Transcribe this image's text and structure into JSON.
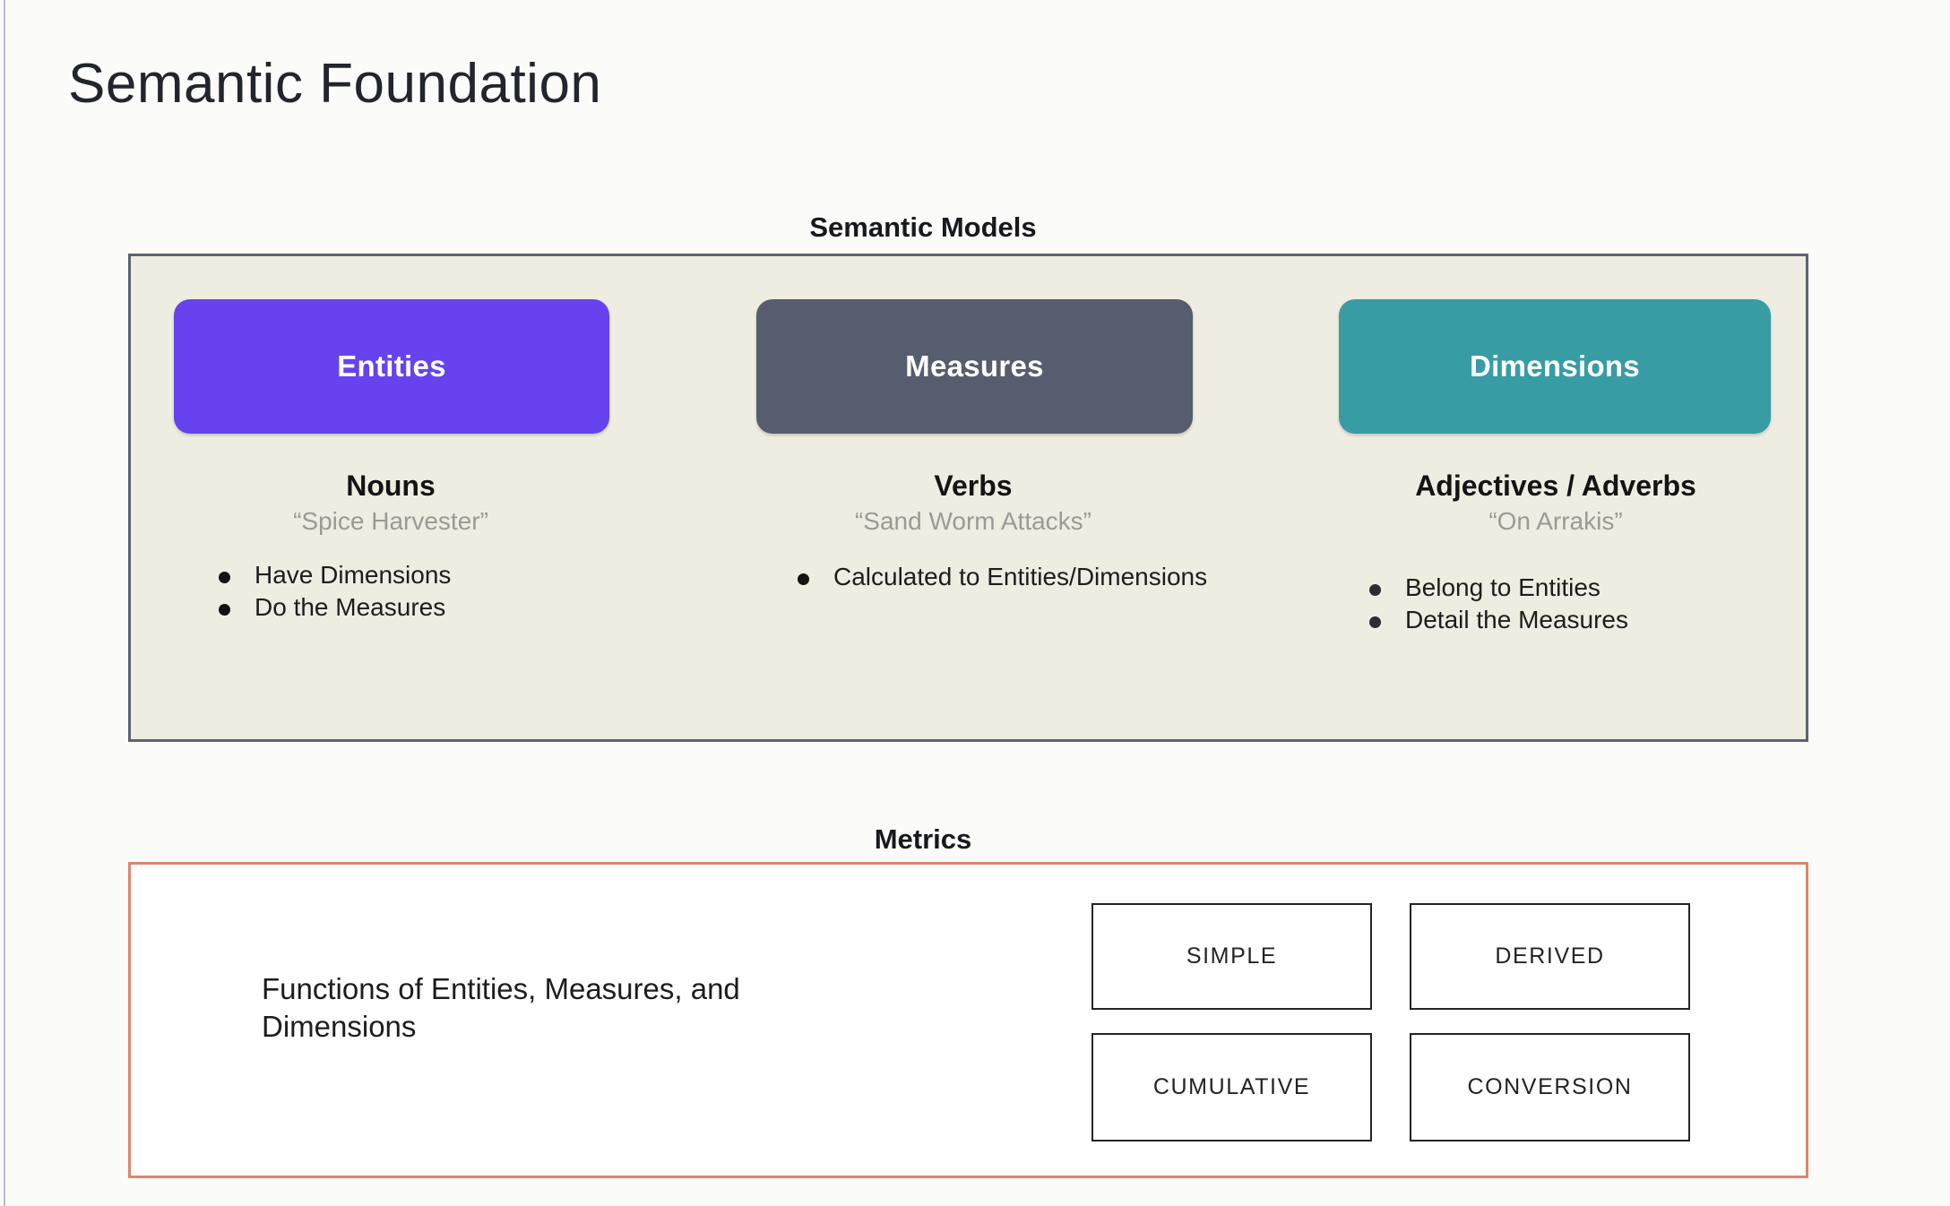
{
  "slide": {
    "title": "Semantic Foundation",
    "background_color": "#fbfcfa"
  },
  "semantic_models": {
    "heading": "Semantic Models",
    "panel_bg_color": "#efece1",
    "panel_border_color": "#5b6273",
    "columns": [
      {
        "pill_label": "Entities",
        "pill_color": "#6643ee",
        "part_of_speech": "Nouns",
        "example": "“Spice Harvester”",
        "bullets": [
          "Have Dimensions",
          "Do the Measures"
        ]
      },
      {
        "pill_label": "Measures",
        "pill_color": "#555d6e",
        "part_of_speech": "Verbs",
        "example": "“Sand Worm Attacks”",
        "bullets": [
          "Calculated to Entities/Dimensions"
        ]
      },
      {
        "pill_label": "Dimensions",
        "pill_color": "#389ca5",
        "part_of_speech": "Adjectives / Adverbs",
        "example": "“On Arrakis”",
        "bullets": [
          "Belong to Entities",
          "Detail the Measures"
        ]
      }
    ]
  },
  "metrics": {
    "heading": "Metrics",
    "panel_border_color": "#d9876a",
    "caption": "Functions of Entities, Measures, and Dimensions",
    "types": [
      "SIMPLE",
      "DERIVED",
      "CUMULATIVE",
      "CONVERSION"
    ]
  }
}
